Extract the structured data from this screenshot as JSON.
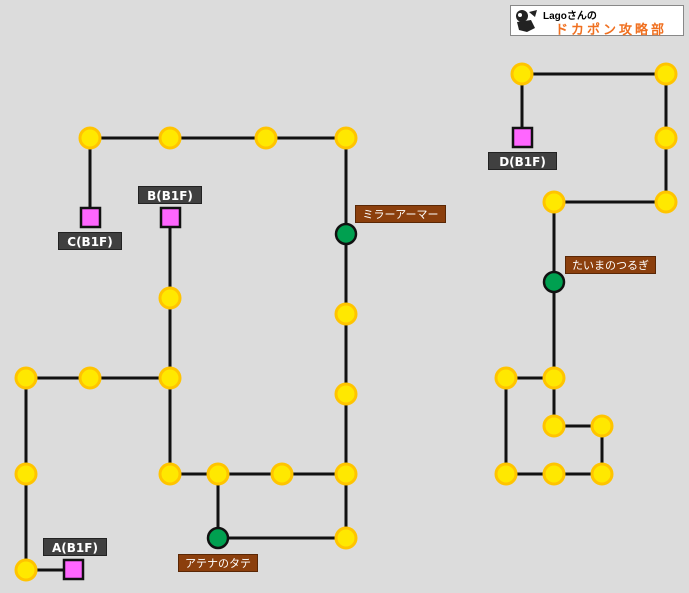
{
  "brand": {
    "line1": "Lagoさんの",
    "line2": "ドカポン攻略部"
  },
  "legend_colors": {
    "background": "#dcdcdc",
    "path": "#111111",
    "node_fill": "#ffe800",
    "node_ring": "#ffc400",
    "stairs_fill": "#ff66ff",
    "item_node": "#00a050",
    "stair_label_bg": "#404040",
    "item_label_bg": "#8b3f0d"
  },
  "stairs": [
    {
      "label": "A(B1F)"
    },
    {
      "label": "B(B1F)"
    },
    {
      "label": "C(B1F)"
    },
    {
      "label": "D(B1F)"
    }
  ],
  "items": [
    {
      "label": "ミラーアーマー"
    },
    {
      "label": "アテナのタテ"
    },
    {
      "label": "たいまのつるぎ"
    }
  ]
}
